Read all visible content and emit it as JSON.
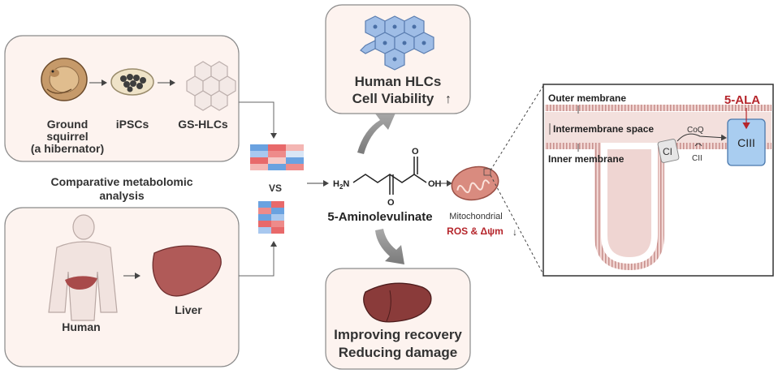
{
  "ground_squirrel_panel": {
    "ground_squirrel_label_line1": "Ground",
    "ground_squirrel_label_line2": "squirrel",
    "ground_squirrel_label_line3": "(a hibernator)",
    "ipscs_label": "iPSCs",
    "gs_hlcs_label": "GS-HLCs"
  },
  "comparison": {
    "title_line1": "Comparative metabolomic",
    "title_line2": "analysis",
    "vs_label": "VS"
  },
  "human_panel": {
    "human_label": "Human",
    "liver_label": "Liver"
  },
  "compound": {
    "name": "5-Aminolevulinate",
    "amine_label": "H",
    "amine_sub": "2",
    "amine_n": "N",
    "hydroxyl_label": "OH",
    "ketone_o": "O",
    "carboxyl_o": "O"
  },
  "mito": {
    "label": "Mitochondrial",
    "ros_label": "ROS & Δψm",
    "arrow_down": "↓"
  },
  "viability_panel": {
    "line1": "Human HLCs",
    "line2": "Cell Viability",
    "arrow_up": "↑"
  },
  "recovery_panel": {
    "line1": "Improving recovery",
    "line2": "Reducing damage"
  },
  "membrane_detail": {
    "outer_membrane": "Outer membrane",
    "intermembrane_space": "Intermembrane space",
    "inner_membrane": "Inner membrane",
    "ala_label": "5-ALA",
    "ci_label": "CI",
    "cii_label": "CII",
    "coq_label": "CoQ",
    "ciii_label": "CIII"
  },
  "colors": {
    "panel_fill": "#fdf3ef",
    "panel_stroke": "#8a8a8a",
    "accent_red": "#b5252b",
    "arrow_gray": "#8c8c8c",
    "membrane_pink": "#e9c9c6",
    "ciii_blue": "#a9cdf0"
  }
}
